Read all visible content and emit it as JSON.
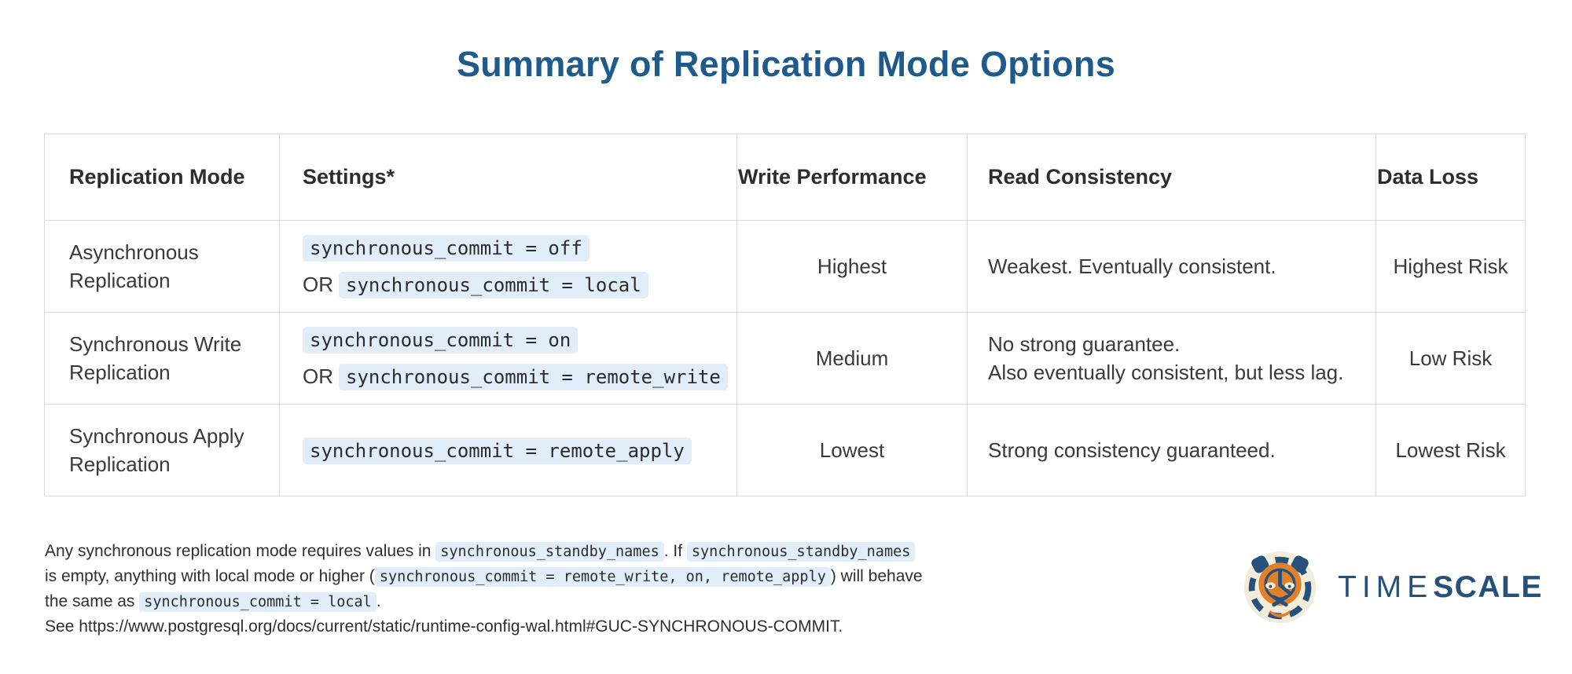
{
  "title": "Summary of Replication Mode Options",
  "table": {
    "headers": [
      "Replication Mode",
      "Settings*",
      "Write Performance",
      "Read Consistency",
      "Data Loss"
    ],
    "rows": [
      {
        "mode": "Asynchronous Replication",
        "settings_code_1": "synchronous_commit = off",
        "settings_or": "OR",
        "settings_code_2": "synchronous_commit = local",
        "write_performance": "Highest",
        "read_consistency_1": "Weakest. Eventually consistent.",
        "data_loss": "Highest Risk"
      },
      {
        "mode": "Synchronous Write Replication",
        "settings_code_1": "synchronous_commit = on",
        "settings_or": "OR",
        "settings_code_2": "synchronous_commit = remote_write",
        "write_performance": "Medium",
        "read_consistency_1": "No strong guarantee.",
        "read_consistency_2": "Also eventually consistent, but less lag.",
        "data_loss": "Low Risk"
      },
      {
        "mode": "Synchronous Apply Replication",
        "settings_code_1": "synchronous_commit = remote_apply",
        "write_performance": "Lowest",
        "read_consistency_1": "Strong consistency guaranteed.",
        "data_loss": "Lowest Risk"
      }
    ]
  },
  "footnote": {
    "line1": {
      "text1": "Any synchronous replication mode requires values in ",
      "code1": "synchronous_standby_names",
      "text2": ". If ",
      "code2": "synchronous_standby_names"
    },
    "line2": {
      "text1": "is empty, anything with local mode or higher (",
      "code1": "synchronous_commit = remote_write, on, remote_apply",
      "text2": ") will behave"
    },
    "line3": {
      "text1": "the same as ",
      "code1": "synchronous_commit = local",
      "text2": "."
    },
    "line4": {
      "text1": "See https://www.postgresql.org/docs/current/static/runtime-config-wal.html#GUC-SYNCHRONOUS-COMMIT."
    }
  },
  "logo": {
    "word_time": "TIME",
    "word_scale": "SCALE",
    "mark_icon": "timescale-tiger-icon"
  },
  "colors": {
    "title_blue": "#1e5b8c",
    "code_highlight_bg": "#e1eefa",
    "table_border": "#d9d9d9",
    "body_text": "#3a3a3a",
    "logo_navy": "#26517b",
    "logo_orange": "#e0802b",
    "logo_cream": "#f2ecda"
  }
}
